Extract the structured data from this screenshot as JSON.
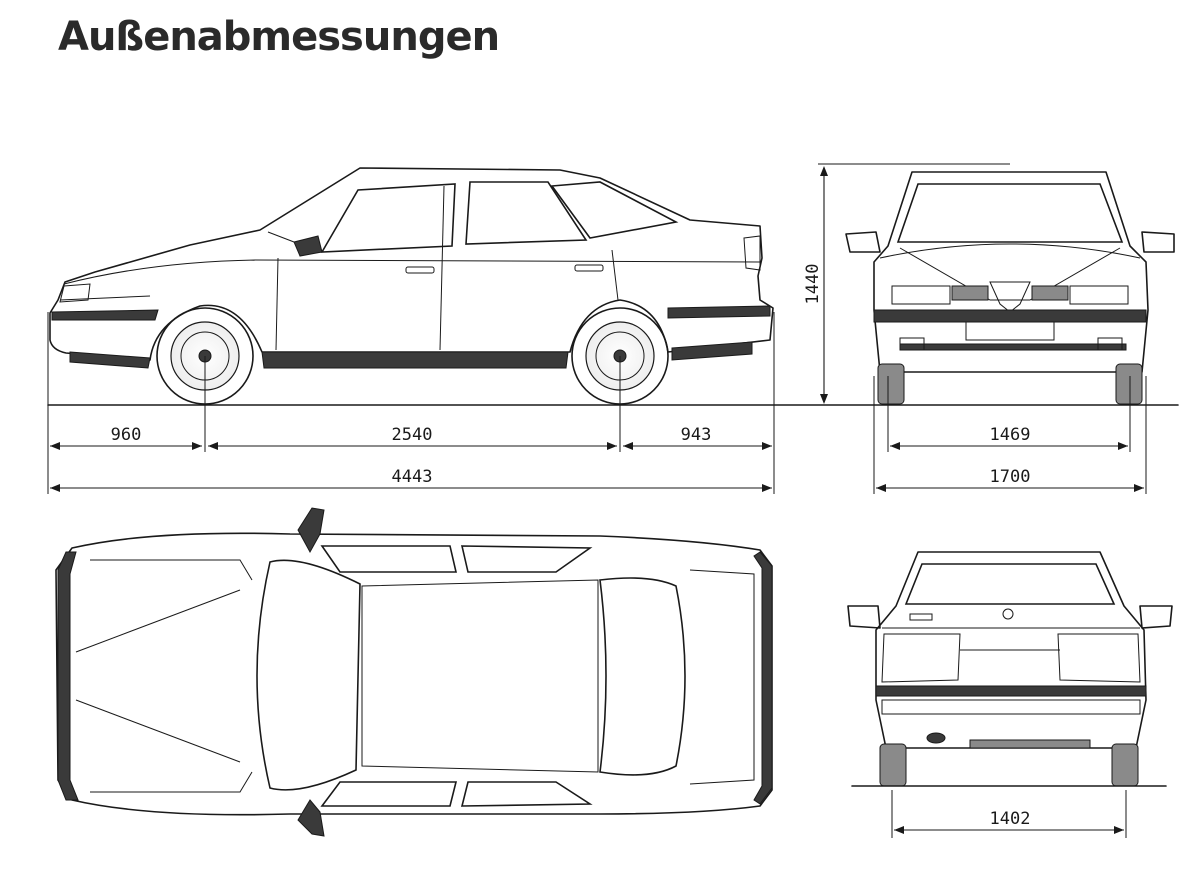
{
  "title": "Außenabmessungen",
  "dimensions": {
    "front_overhang": "960",
    "wheelbase": "2540",
    "rear_overhang": "943",
    "overall_length": "4443",
    "height": "1440",
    "front_track": "1469",
    "overall_width": "1700",
    "rear_track": "1402"
  }
}
